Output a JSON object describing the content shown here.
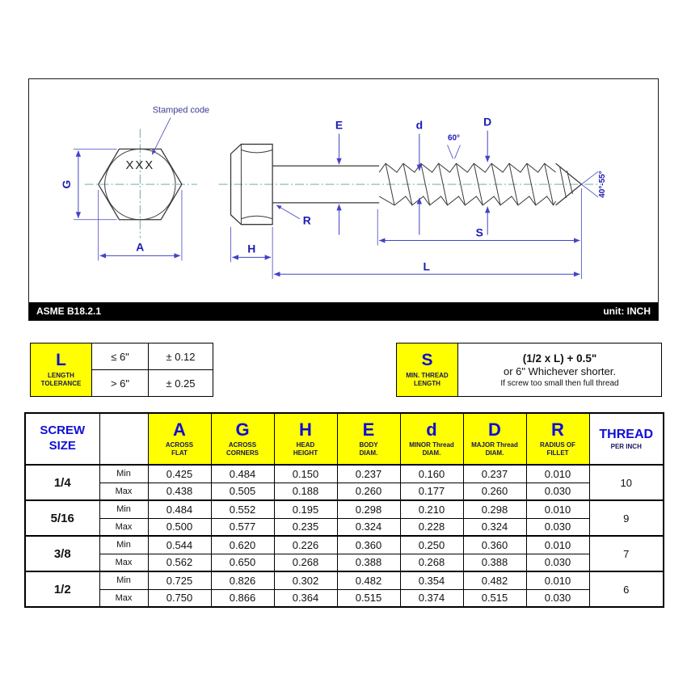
{
  "colors": {
    "highlight_yellow": "#ffff00",
    "symbol_blue": "#0f0fd6",
    "dimension_blue": "#4343c6"
  },
  "drawing": {
    "standard": "ASME B18.2.1",
    "unit": "unit: INCH",
    "stamped_code_label": "Stamped code",
    "stamped_code": "XXX",
    "dims": {
      "G": "G",
      "A": "A",
      "E": "E",
      "d": "d",
      "D": "D",
      "R": "R",
      "H": "H",
      "S": "S",
      "L": "L"
    },
    "thread_angle": "60°",
    "point_angle": "40°-55°"
  },
  "length_tolerance": {
    "symbol": "L",
    "label1": "LENGTH",
    "label2": "TOLERANCE",
    "rows": [
      {
        "cond": "≤ 6\"",
        "tol": "± 0.12"
      },
      {
        "cond": "> 6\"",
        "tol": "± 0.25"
      }
    ]
  },
  "min_thread": {
    "symbol": "S",
    "label1": "MIN. THREAD",
    "label2": "LENGTH",
    "line1": "(1/2 x L) + 0.5\"",
    "line2": "or 6\" Whichever shorter.",
    "line3": "If screw too small then full thread"
  },
  "table": {
    "size_header1": "SCREW",
    "size_header2": "SIZE",
    "min_label": "Min",
    "max_label": "Max",
    "thread_header": "THREAD",
    "thread_sub": "PER INCH",
    "columns": [
      {
        "sym": "A",
        "sub1": "ACROSS",
        "sub2": "FLAT"
      },
      {
        "sym": "G",
        "sub1": "ACROSS",
        "sub2": "CORNERS"
      },
      {
        "sym": "H",
        "sub1": "HEAD",
        "sub2": "HEIGHT"
      },
      {
        "sym": "E",
        "sub1": "BODY",
        "sub2": "DIAM."
      },
      {
        "sym": "d",
        "sub1": "MINOR Thread",
        "sub2": "DIAM."
      },
      {
        "sym": "D",
        "sub1": "MAJOR Thread",
        "sub2": "DIAM."
      },
      {
        "sym": "R",
        "sub1": "RADIUS OF",
        "sub2": "FILLET"
      }
    ],
    "rows": [
      {
        "size": "1/4",
        "min": [
          "0.425",
          "0.484",
          "0.150",
          "0.237",
          "0.160",
          "0.237",
          "0.010"
        ],
        "max": [
          "0.438",
          "0.505",
          "0.188",
          "0.260",
          "0.177",
          "0.260",
          "0.030"
        ],
        "tpi": "10"
      },
      {
        "size": "5/16",
        "min": [
          "0.484",
          "0.552",
          "0.195",
          "0.298",
          "0.210",
          "0.298",
          "0.010"
        ],
        "max": [
          "0.500",
          "0.577",
          "0.235",
          "0.324",
          "0.228",
          "0.324",
          "0.030"
        ],
        "tpi": "9"
      },
      {
        "size": "3/8",
        "min": [
          "0.544",
          "0.620",
          "0.226",
          "0.360",
          "0.250",
          "0.360",
          "0.010"
        ],
        "max": [
          "0.562",
          "0.650",
          "0.268",
          "0.388",
          "0.268",
          "0.388",
          "0.030"
        ],
        "tpi": "7"
      },
      {
        "size": "1/2",
        "min": [
          "0.725",
          "0.826",
          "0.302",
          "0.482",
          "0.354",
          "0.482",
          "0.010"
        ],
        "max": [
          "0.750",
          "0.866",
          "0.364",
          "0.515",
          "0.374",
          "0.515",
          "0.030"
        ],
        "tpi": "6"
      }
    ]
  }
}
